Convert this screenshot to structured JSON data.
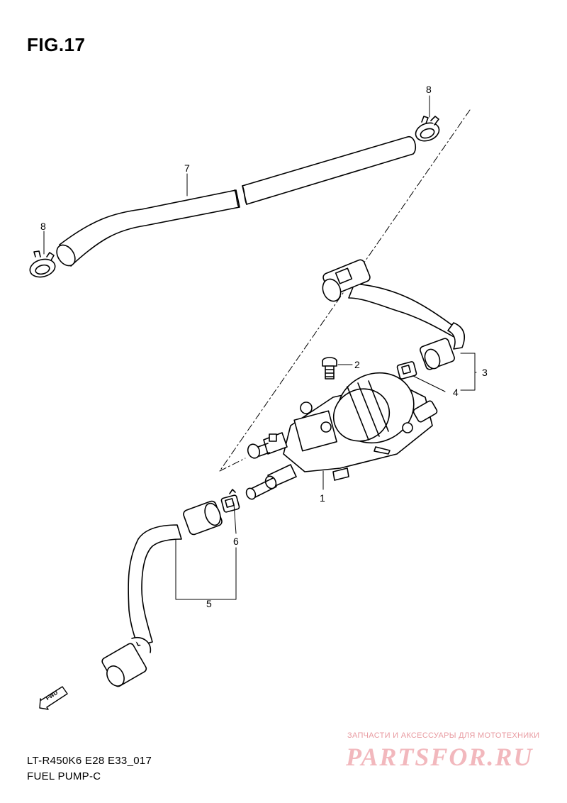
{
  "figure": {
    "title": "FIG.17"
  },
  "callouts": {
    "c1": "1",
    "c2": "2",
    "c3": "3",
    "c4": "4",
    "c5": "5",
    "c6": "6",
    "c7": "7",
    "c8_top": "8",
    "c8_left": "8"
  },
  "footer": {
    "model_code": "LT-R450K6 E28 E33_017",
    "section_name": "FUEL PUMP-C"
  },
  "watermark": {
    "tagline": "ЗАПЧАСТИ И АКСЕССУАРЫ ДЛЯ МОТОТЕХНИКИ",
    "brand": "PARTSFOR.RU"
  },
  "fwd_badge": {
    "label": "FWD"
  },
  "colors": {
    "line": "#000000",
    "watermark": "#f2b8bd",
    "part_fill": "#ffffff"
  }
}
